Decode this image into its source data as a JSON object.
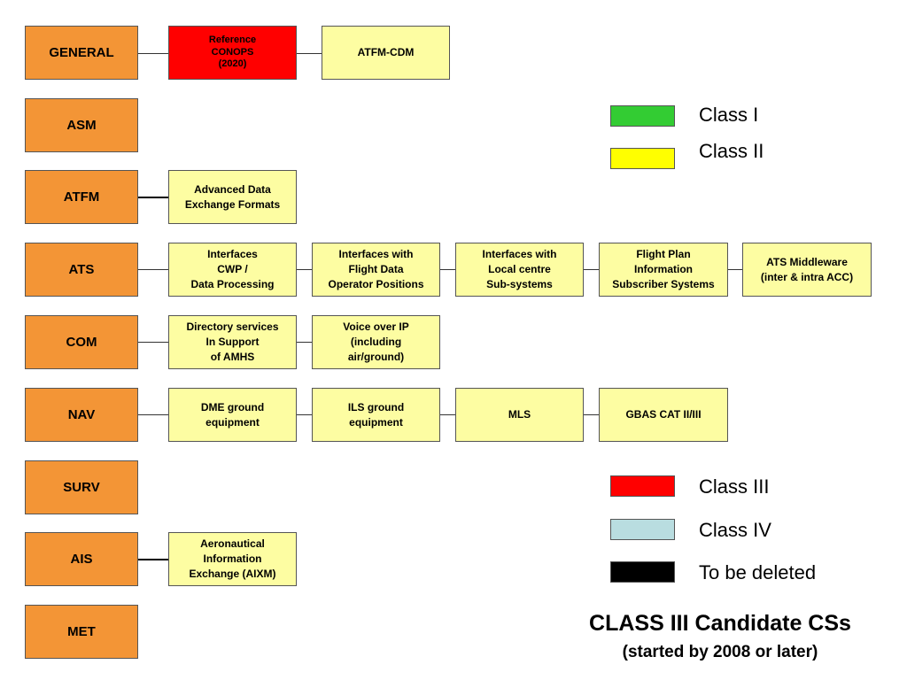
{
  "categories": [
    "GENERAL",
    "ASM",
    "ATFM",
    "ATS",
    "COM",
    "NAV",
    "SURV",
    "AIS",
    "MET"
  ],
  "general": {
    "conops": "Reference\nCONOPS\n(2020)",
    "cdm": "ATFM-CDM"
  },
  "atfm": [
    "Advanced Data\nExchange Formats"
  ],
  "ats": [
    "Interfaces\nCWP /\nData Processing",
    "Interfaces with\nFlight Data\nOperator Positions",
    "Interfaces with\nLocal centre\nSub-systems",
    "Flight Plan\nInformation\nSubscriber Systems",
    "ATS Middleware\n(inter & intra ACC)"
  ],
  "com": [
    "Directory services\nIn Support\nof AMHS",
    "Voice over IP\n(including\nair/ground)"
  ],
  "nav": [
    "DME ground\nequipment",
    "ILS ground\nequipment",
    "MLS",
    "GBAS CAT II/III"
  ],
  "ais": [
    "Aeronautical\nInformation\nExchange (AIXM)"
  ],
  "legend": [
    {
      "label": "Class I",
      "color": "#33cc33"
    },
    {
      "label": "Class II",
      "color": "#ffff00"
    },
    {
      "label": "Class III",
      "color": "#ff0000"
    },
    {
      "label": "Class IV",
      "color": "#b9dde0"
    },
    {
      "label": "To be deleted",
      "color": "#000000"
    }
  ],
  "title": "CLASS III Candidate CSs",
  "subtitle": "(started by 2008 or later)"
}
